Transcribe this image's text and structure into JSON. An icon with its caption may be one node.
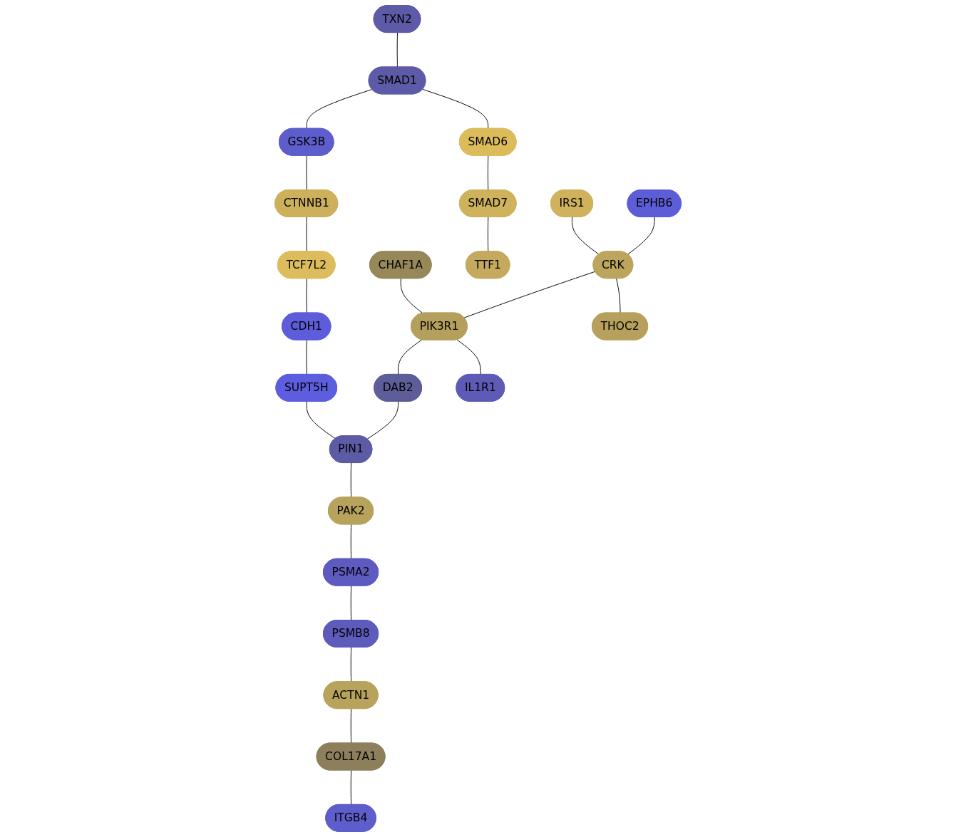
{
  "diagram": {
    "nodes": [
      {
        "text": [
          "TXN2"
        ]
      },
      {
        "text": [
          "SMAD1"
        ]
      },
      {
        "text": [
          "SMAD6"
        ]
      },
      {
        "text": [
          "SMAD7"
        ]
      },
      {
        "text": [
          "TTF1"
        ]
      },
      {
        "text": [
          "GSK3B"
        ]
      },
      {
        "text": [
          "CTNNB1"
        ]
      },
      {
        "text": [
          "IRS1"
        ]
      },
      {
        "text": [
          "CHAF1A"
        ]
      },
      {
        "text": [
          "TCF7L2"
        ]
      },
      {
        "text": [
          "EPHB6"
        ]
      },
      {
        "text": [
          "CDH1"
        ]
      },
      {
        "text": [
          "CRK"
        ]
      },
      {
        "text": [
          "PIK3R1"
        ]
      },
      {
        "text": [
          "SUPT5H"
        ]
      },
      {
        "text": [
          "THOC2"
        ]
      },
      {
        "text": [
          "DAB2"
        ]
      },
      {
        "text": [
          "PIN1"
        ]
      },
      {
        "text": [
          "IL1R1"
        ]
      },
      {
        "text": [
          "PAK2"
        ]
      },
      {
        "text": [
          "PSMA2"
        ]
      },
      {
        "text": [
          "PSMB8"
        ]
      },
      {
        "text": [
          "ACTN1"
        ]
      },
      {
        "text": [
          "COL17A1"
        ]
      },
      {
        "text": [
          "ITGB4"
        ]
      }
    ],
    "edges": [
      {
        "from": 0,
        "to": 1,
        "arrow": "none"
      },
      {
        "from": 1,
        "to": 2,
        "arrow": "none"
      },
      {
        "from": 2,
        "to": 3,
        "arrow": "none"
      },
      {
        "from": 3,
        "to": 4,
        "arrow": "none"
      },
      {
        "from": 1,
        "to": 5,
        "arrow": "none"
      },
      {
        "from": 5,
        "to": 6,
        "arrow": "none"
      },
      {
        "from": 6,
        "to": 9,
        "arrow": "none"
      },
      {
        "from": 9,
        "to": 11,
        "arrow": "none"
      },
      {
        "from": 11,
        "to": 14,
        "arrow": "none"
      },
      {
        "from": 14,
        "to": 17,
        "arrow": "none"
      },
      {
        "from": 7,
        "to": 12,
        "arrow": "none"
      },
      {
        "from": 10,
        "to": 12,
        "arrow": "none"
      },
      {
        "from": 12,
        "to": 15,
        "arrow": "none"
      },
      {
        "from": 12,
        "to": 13,
        "arrow": "none"
      },
      {
        "from": 8,
        "to": 13,
        "arrow": "none"
      },
      {
        "from": 13,
        "to": 18,
        "arrow": "none"
      },
      {
        "from": 13,
        "to": 16,
        "arrow": "none"
      },
      {
        "from": 16,
        "to": 17,
        "arrow": "none"
      },
      {
        "from": 17,
        "to": 19,
        "arrow": "none"
      },
      {
        "from": 19,
        "to": 20,
        "arrow": "none"
      },
      {
        "from": 20,
        "to": 21,
        "arrow": "none"
      },
      {
        "from": 21,
        "to": 22,
        "arrow": "none"
      },
      {
        "from": 22,
        "to": 23,
        "arrow": "none"
      },
      {
        "from": 23,
        "to": 24,
        "arrow": "none"
      }
    ]
  }
}
